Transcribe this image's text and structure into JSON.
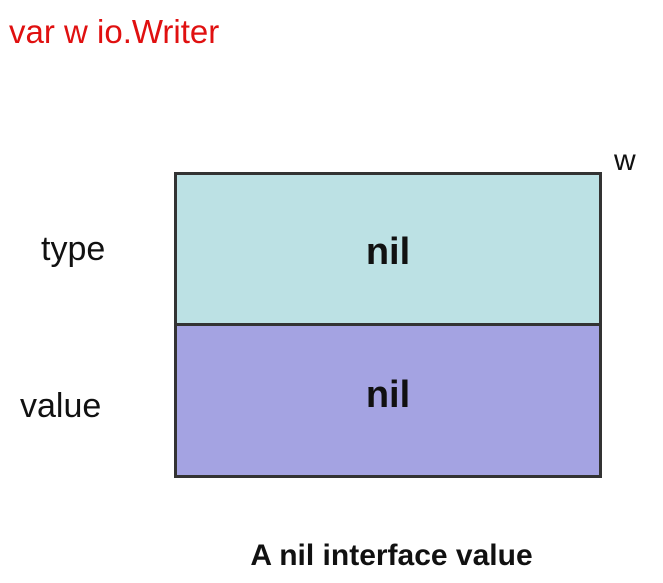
{
  "declaration": "var w io.Writer",
  "variable_label": "w",
  "rows": [
    {
      "label": "type",
      "cell_value": "nil"
    },
    {
      "label": "value",
      "cell_value": "nil"
    }
  ],
  "caption": "A nil interface value",
  "colors": {
    "declaration": "#e01010",
    "type_cell": "#bce1e4",
    "value_cell": "#a4a3e2",
    "border": "#333333"
  }
}
